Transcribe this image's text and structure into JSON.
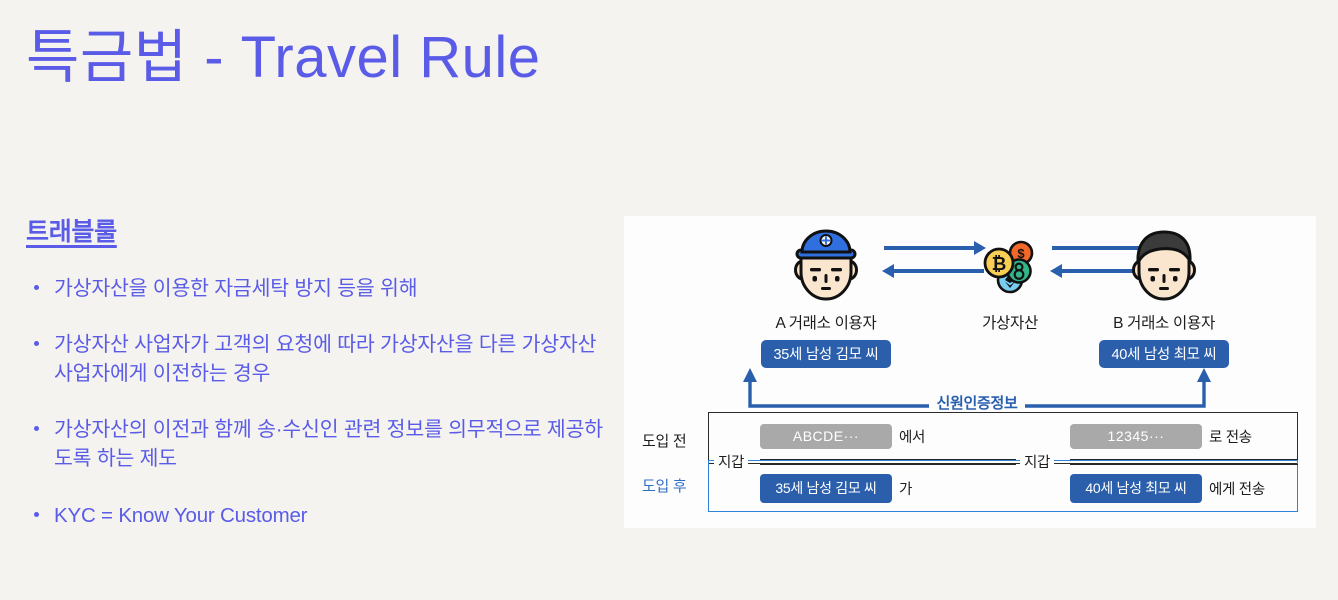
{
  "slide": {
    "title": "특금법 - Travel Rule",
    "title_color": "#5a5ce8",
    "background_color": "#f5f3ef"
  },
  "content": {
    "heading": "트래블룰",
    "bullets": [
      "가상자산을 이용한 자금세탁 방지 등을 위해",
      "가상자산 사업자가 고객의 요청에 따라 가상자산을 다른 가상자산 사업자에게 이전하는 경우",
      "가상자산의 이전과 함께 송·수신인 관련 정보를 의무적으로 제공하도록 하는 제도",
      "KYC = Know Your Customer"
    ]
  },
  "diagram": {
    "actors": [
      {
        "key": "a",
        "icon": "user-with-blue-cap-icon",
        "label": "A 거래소 이용자",
        "badge": "35세 남성 김모 씨"
      },
      {
        "key": "mid",
        "icon": "crypto-coins-icon",
        "label": "가상자산",
        "badge": ""
      },
      {
        "key": "b",
        "icon": "user-dark-hair-icon",
        "label": "B 거래소 이용자",
        "badge": "40세 남성 최모 씨"
      }
    ],
    "identity_label": "신원인증정보",
    "compare": {
      "before_tag": "도입 전",
      "after_tag": "도입 후",
      "wallet_label_left": "지갑",
      "wallet_label_right": "지갑",
      "before": {
        "sender_chip": "ABCDE···",
        "sender_suffix": "에서",
        "receiver_chip": "12345···",
        "receiver_suffix": "로 전송"
      },
      "after": {
        "sender_chip": "35세 남성 김모 씨",
        "sender_suffix": "가",
        "receiver_chip": "40세 남성 최모 씨",
        "receiver_suffix": "에게 전송"
      }
    },
    "colors": {
      "badge_blue": "#2b5fac",
      "chip_gray": "#a9a9a9",
      "arrow_blue": "#2a5fae",
      "after_border": "#2f82d6",
      "before_border": "#2b2b2b"
    }
  }
}
